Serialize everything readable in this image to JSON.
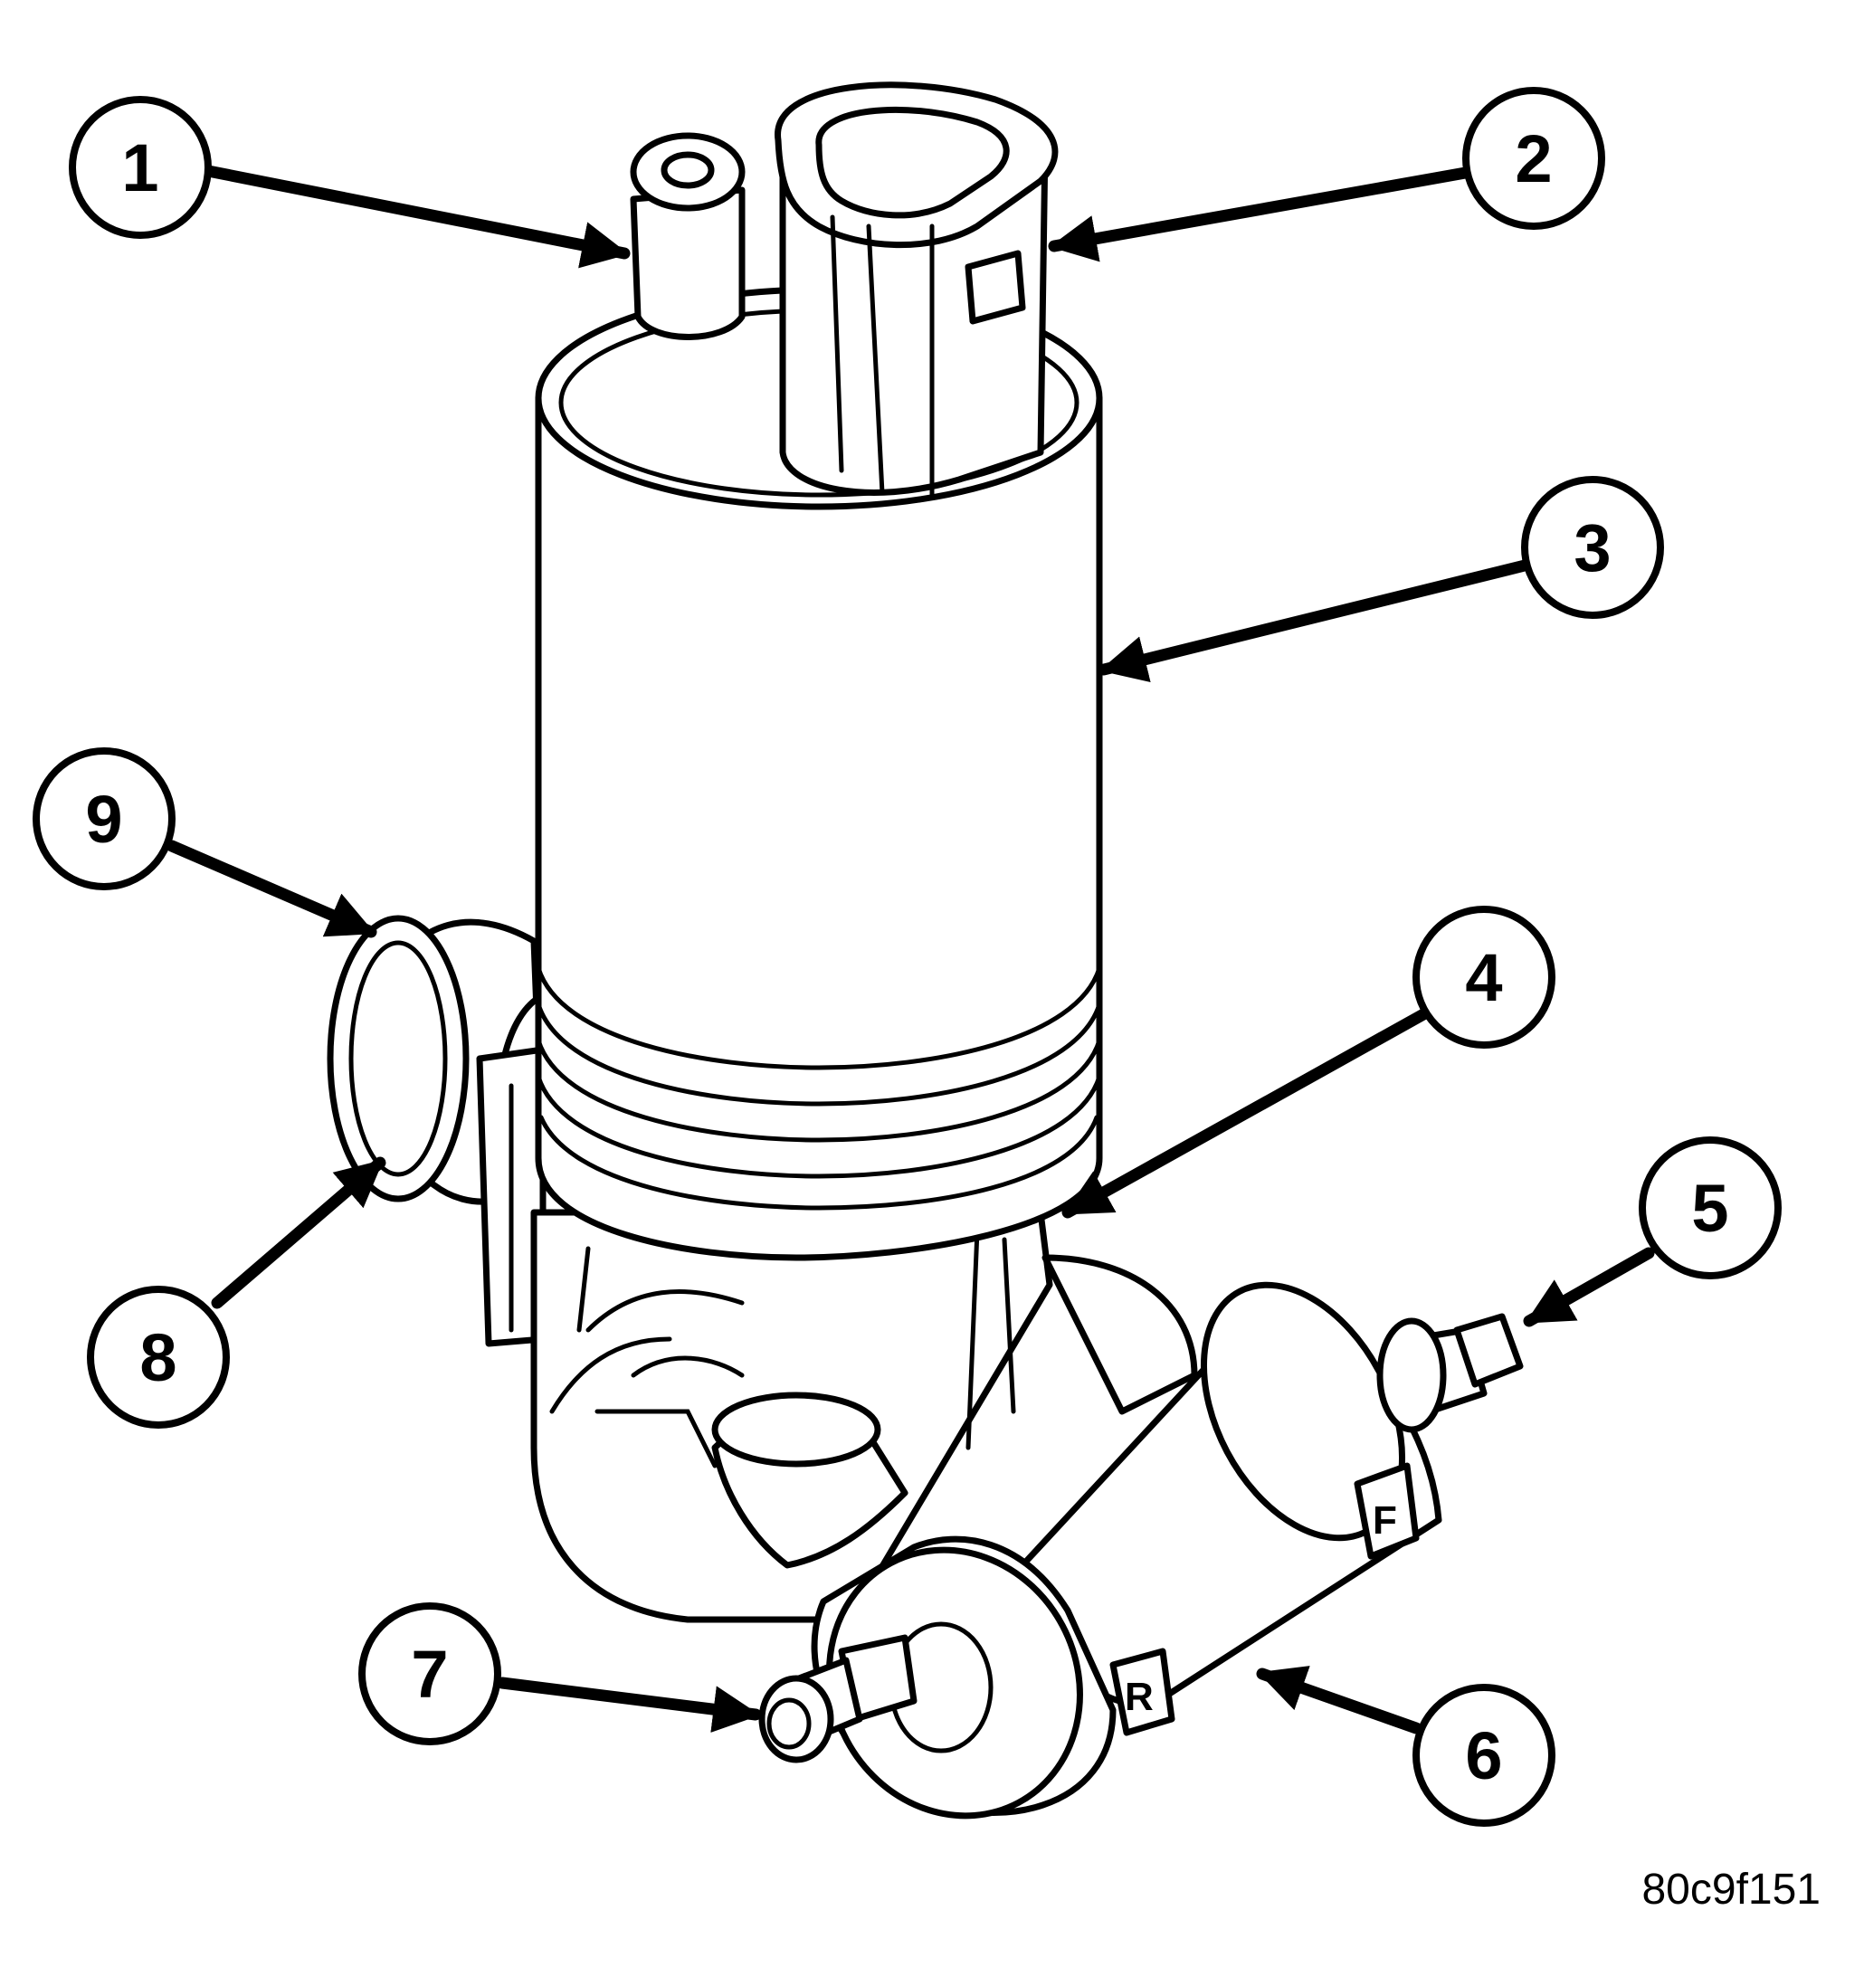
{
  "callouts": [
    "1",
    "2",
    "3",
    "4",
    "5",
    "6",
    "7",
    "8",
    "9"
  ],
  "markers": {
    "front": "F",
    "rear": "R"
  },
  "figure_id": "80c9f151",
  "colors": {
    "ink": "#000000",
    "paper": "#ffffff"
  }
}
